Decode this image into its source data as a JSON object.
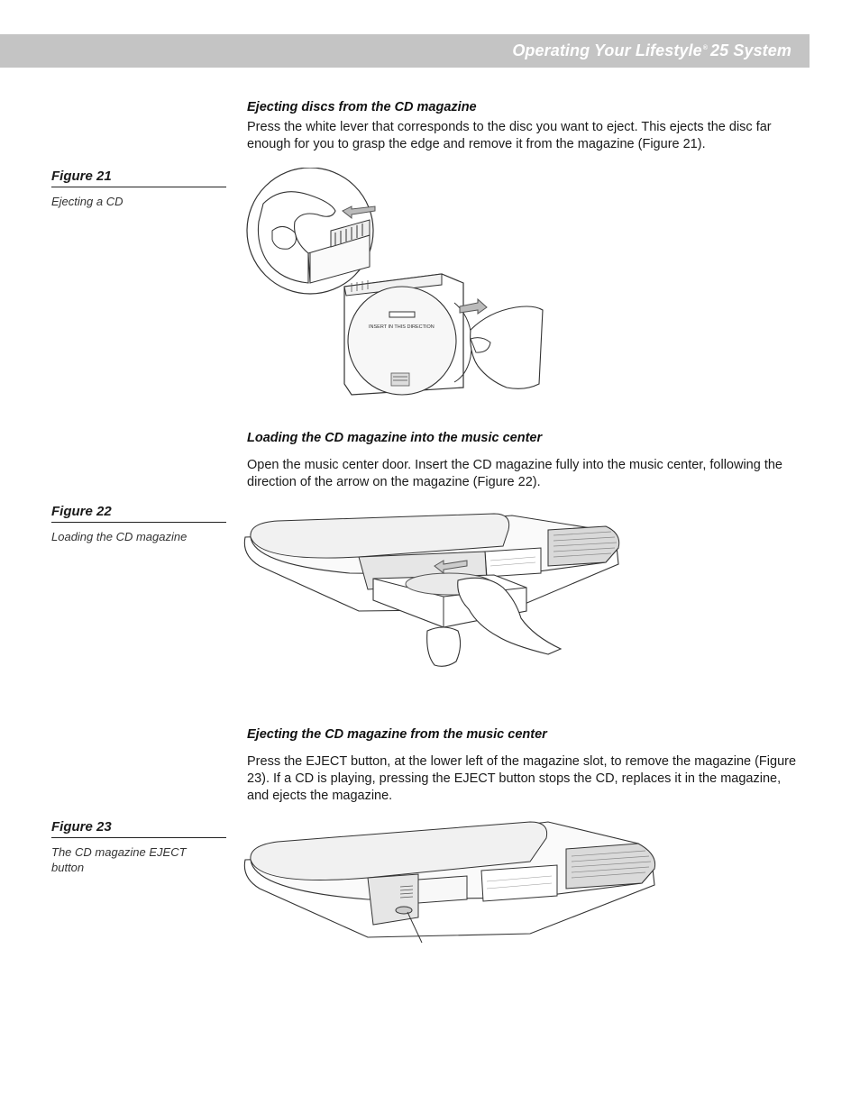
{
  "header": {
    "title_prefix": "Operating Your Lifestyle",
    "registered_mark": "®",
    "title_suffix": "25 System"
  },
  "sections": [
    {
      "heading": "Ejecting discs from the CD magazine",
      "body": "Press the white lever that corresponds to the disc you want to eject. This ejects the disc far enough for you to grasp the edge and remove it from the magazine (Figure 21)."
    },
    {
      "heading": "Loading the CD magazine into the music center",
      "body": "Open the music center door. Insert the CD magazine fully into the music center, following the direction of the arrow on the magazine (Figure 22)."
    },
    {
      "heading": "Ejecting the CD magazine from the music center",
      "body": "Press the EJECT button, at the lower left of the magazine slot, to remove the magazine (Figure 23). If a CD is playing, pressing the EJECT button stops the CD, replaces it in the magazine, and ejects the magazine."
    }
  ],
  "figures": [
    {
      "title": "Figure 21",
      "caption": "Ejecting a CD",
      "illustration_text": "INSERT IN THIS DIRECTION"
    },
    {
      "title": "Figure 22",
      "caption": "Loading the CD magazine"
    },
    {
      "title": "Figure 23",
      "caption": "The CD magazine EJECT button"
    }
  ],
  "colors": {
    "header_bar": "#c4c4c4",
    "header_text": "#ffffff"
  }
}
